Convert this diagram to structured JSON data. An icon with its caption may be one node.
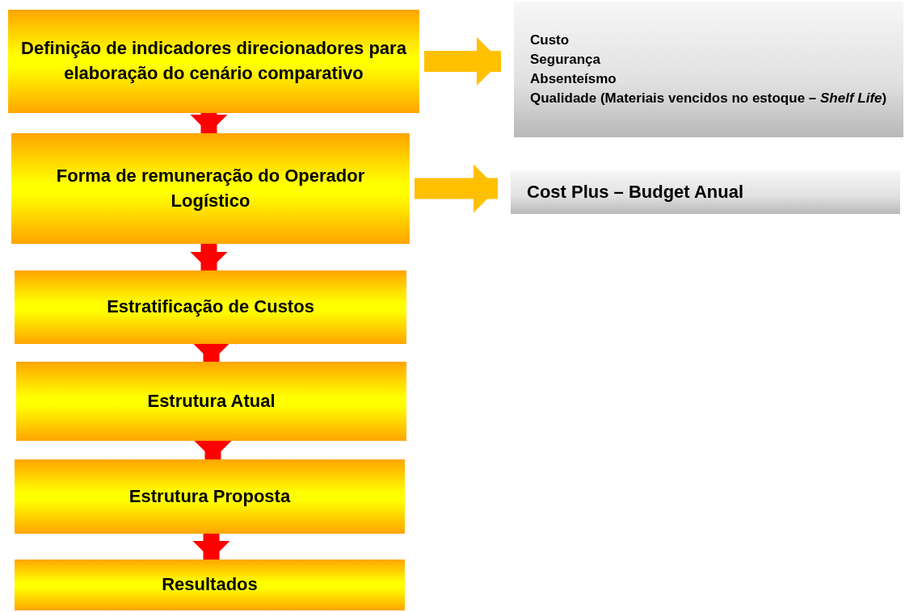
{
  "diagram": {
    "nodes": [
      {
        "text": [
          "Definição de indicadores direcionadores para elaboração do cenário comparativo"
        ]
      },
      {
        "text": [
          "Custo",
          "Segurança",
          "Absenteísmo",
          "Qualidade (Materiais vencidos no estoque – *Shelf Life*)"
        ]
      },
      {
        "text": [
          "Forma de remuneração do Operador Logístico"
        ]
      },
      {
        "text": [
          "Cost Plus – Budget Anual"
        ]
      },
      {
        "text": [
          "Estratificação de Custos"
        ]
      },
      {
        "text": [
          "Estrutura Atual"
        ]
      },
      {
        "text": [
          "Estrutura Proposta"
        ]
      },
      {
        "text": [
          "Resultados"
        ]
      }
    ],
    "edges": [
      {
        "from": 0,
        "to": 1,
        "arrow": "to",
        "color": "#ffc000"
      },
      {
        "from": 0,
        "to": 2,
        "arrow": "to"
      },
      {
        "from": 2,
        "to": 3,
        "arrow": "to",
        "color": "#ffc000"
      },
      {
        "from": 2,
        "to": 4,
        "arrow": "to"
      },
      {
        "from": 4,
        "to": 5,
        "arrow": "to"
      },
      {
        "from": 5,
        "to": 6,
        "arrow": "to"
      },
      {
        "from": 6,
        "to": 7,
        "arrow": "to"
      }
    ]
  }
}
